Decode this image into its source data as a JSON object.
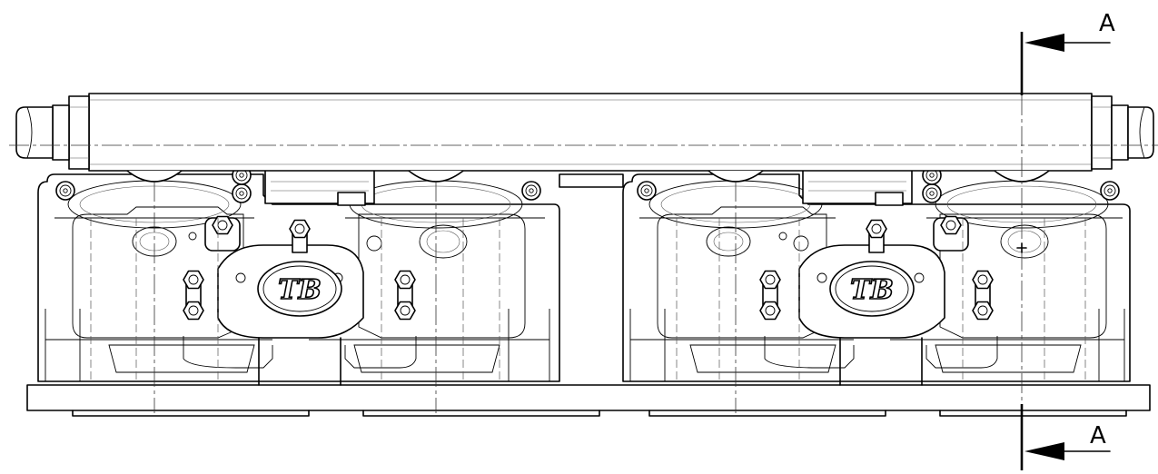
{
  "section": {
    "label_top": "A",
    "label_bottom": "A"
  },
  "logo": {
    "mark": "TB"
  },
  "colors": {
    "line": "#000000",
    "background": "#ffffff"
  }
}
